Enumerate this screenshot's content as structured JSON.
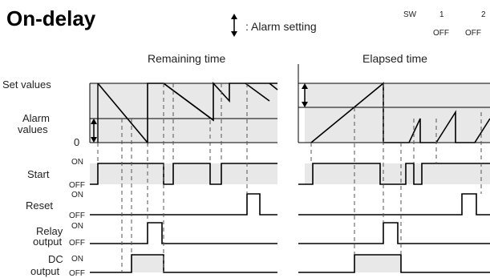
{
  "diagram": {
    "title": "On-delay",
    "legend": {
      "text": ": Alarm setting",
      "icon": "double-arrow-icon"
    },
    "switch": {
      "label": "SW",
      "columns": [
        {
          "number": "1",
          "state": "OFF"
        },
        {
          "number": "2",
          "state": "OFF"
        }
      ]
    },
    "panels": {
      "left": "Remaining time",
      "right": "Elapsed time"
    },
    "rows": {
      "set_values": "Set values",
      "alarm_values_line1": "Alarm",
      "alarm_values_line2": "values",
      "zero": "0",
      "start": "Start",
      "reset": "Reset",
      "relay_line1": "Relay",
      "relay_line2": "output",
      "dc_line1": "DC",
      "dc_line2": "output"
    },
    "states": {
      "on": "ON",
      "off": "OFF"
    },
    "colors": {
      "shade": "#e8e8e8",
      "line": "#000000",
      "dash": "#555555"
    }
  }
}
